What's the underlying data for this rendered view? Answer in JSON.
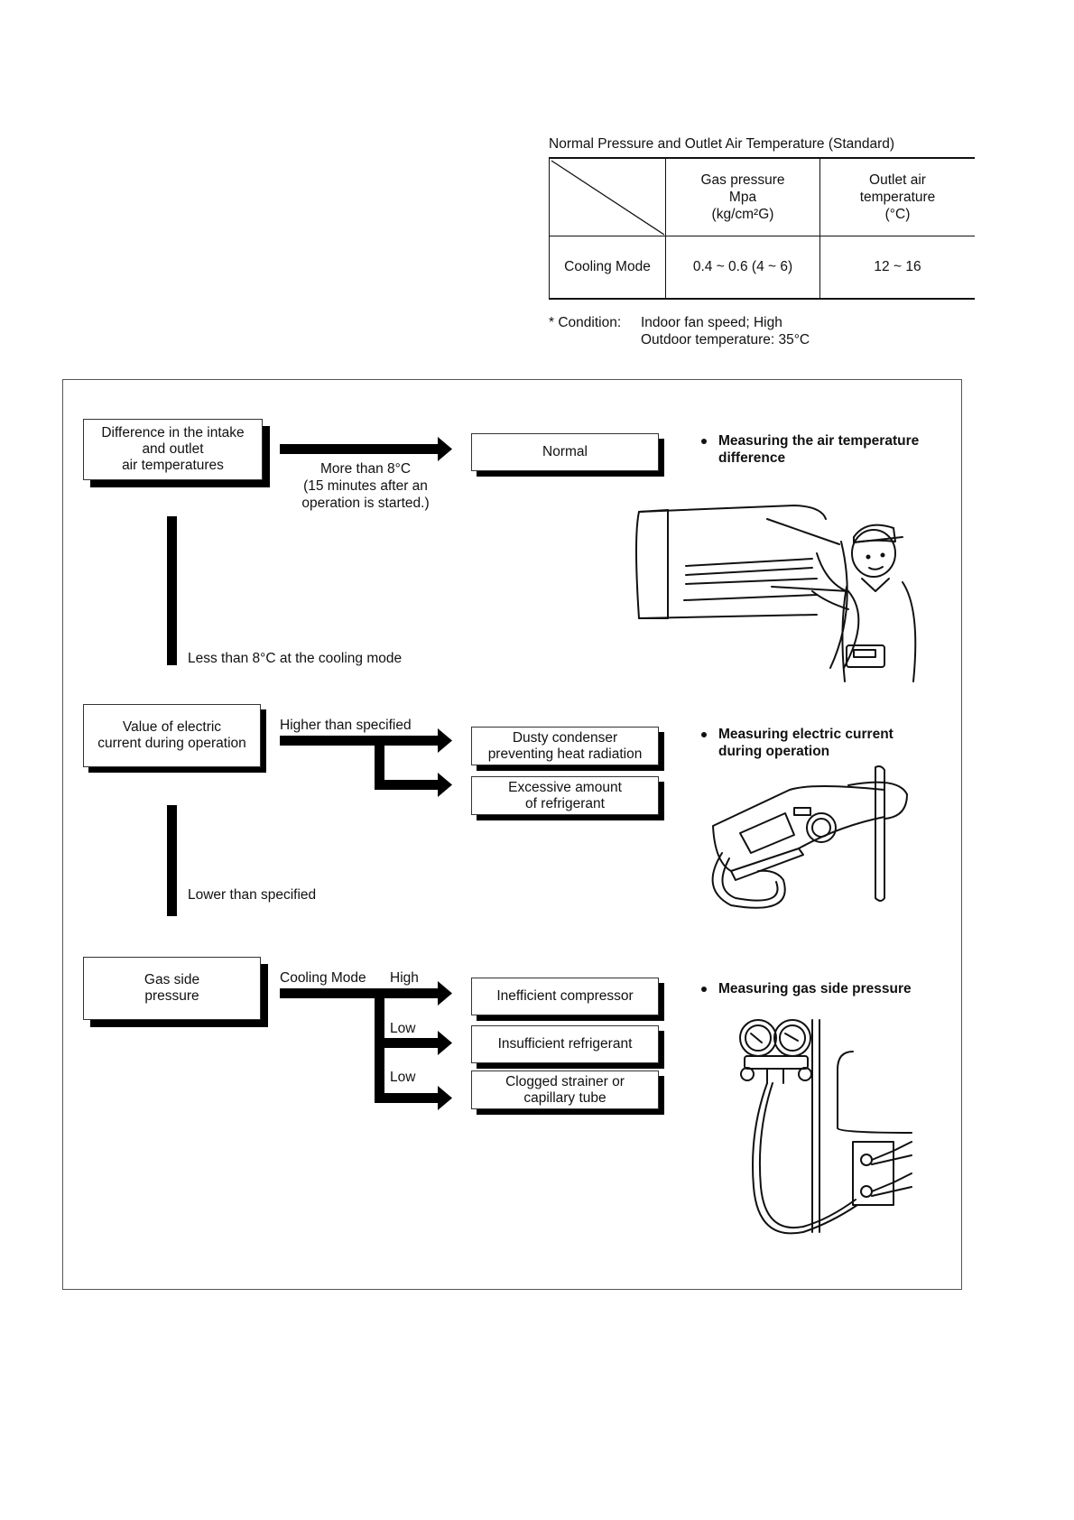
{
  "standard": {
    "title": "Normal Pressure and Outlet Air Temperature (Standard)",
    "col_gas": [
      "Gas pressure",
      "Mpa",
      "(kg/cm²G)"
    ],
    "col_outlet": [
      "Outlet air",
      "temperature",
      "(°C)"
    ],
    "row_label": "Cooling Mode",
    "gas_value": "0.4 ~ 0.6 (4 ~ 6)",
    "outlet_value": "12 ~ 16",
    "condition_label": "* Condition:",
    "condition_lines": [
      "Indoor fan speed; High",
      "Outdoor temperature: 35°C"
    ]
  },
  "flow": {
    "step1": {
      "box": [
        "Difference in the intake",
        "and outlet",
        "air temperatures"
      ],
      "arrow_note": [
        "More than 8°C",
        "(15 minutes after an",
        "operation is started.)"
      ],
      "result": "Normal",
      "down_label": "Less than 8°C at the cooling mode",
      "measure": [
        "Measuring the air temperature",
        "difference"
      ]
    },
    "step2": {
      "box": [
        "Value of electric",
        "current during operation"
      ],
      "arrow_label": "Higher than specified",
      "result1": [
        "Dusty condenser",
        "preventing heat radiation"
      ],
      "result2": [
        "Excessive amount",
        "of refrigerant"
      ],
      "down_label": "Lower than specified",
      "measure": [
        "Measuring electric current",
        "during operation"
      ]
    },
    "step3": {
      "box": [
        "Gas side",
        "pressure"
      ],
      "mode_label": "Cooling Mode",
      "high_label": "High",
      "low_label_1": "Low",
      "low_label_2": "Low",
      "result1": "Inefficient compressor",
      "result2": "Insufficient refrigerant",
      "result3": [
        "Clogged strainer or",
        "capillary tube"
      ],
      "measure": "Measuring gas side pressure"
    }
  }
}
